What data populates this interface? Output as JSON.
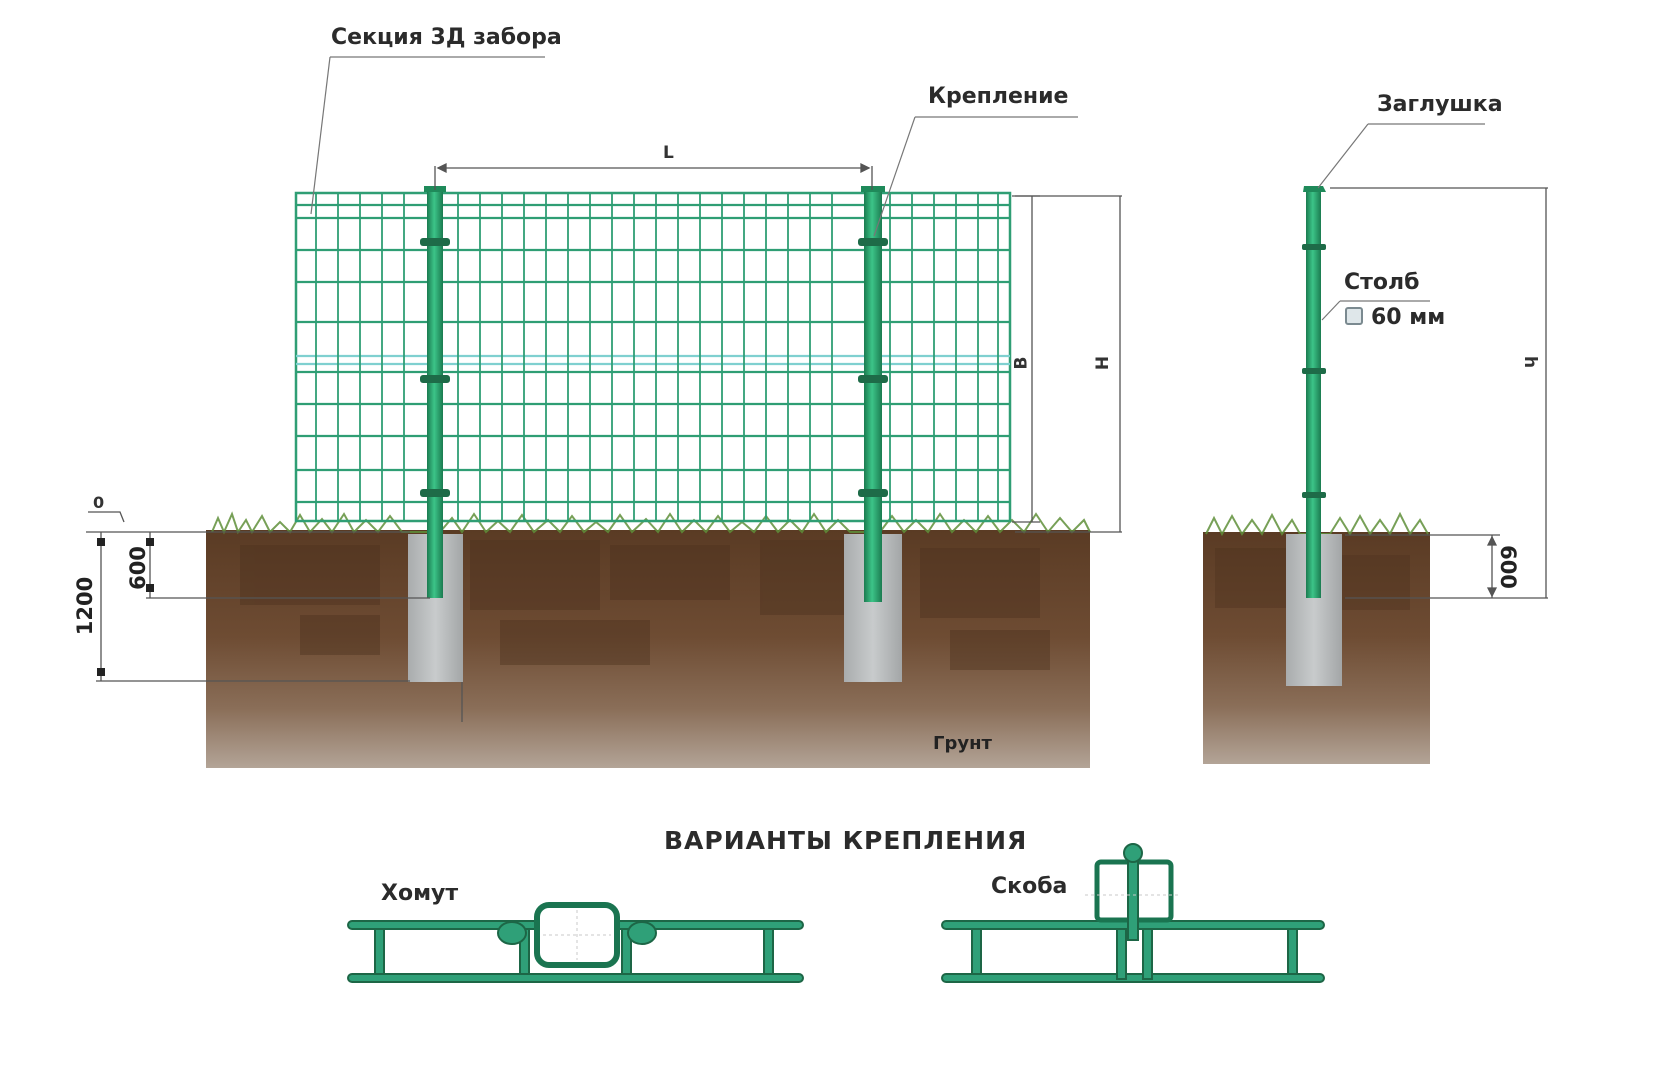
{
  "labels": {
    "section": "Секция 3Д забора",
    "fastening": "Крепление",
    "cap": "Заглушка",
    "post": "Столб",
    "post_size": "60 мм",
    "ground": "Грунт",
    "variants_title": "ВАРИАНТЫ КРЕПЛЕНИЯ",
    "clamp": "Хомут",
    "bracket": "Скоба"
  },
  "dimensions": {
    "length": "L",
    "panel_height": "B",
    "fence_height": "H",
    "post_height": "h",
    "zero": "0",
    "depth_full": "1200",
    "depth_half": "600",
    "depth_post": "600"
  },
  "colors": {
    "mesh": "#2f9e74",
    "post": "#27a06a",
    "soil": "#6b4a32",
    "concrete": "#b9bcbd",
    "grass": "#5f8f3a"
  },
  "icons": {
    "post_profile": "square-profile-icon"
  }
}
